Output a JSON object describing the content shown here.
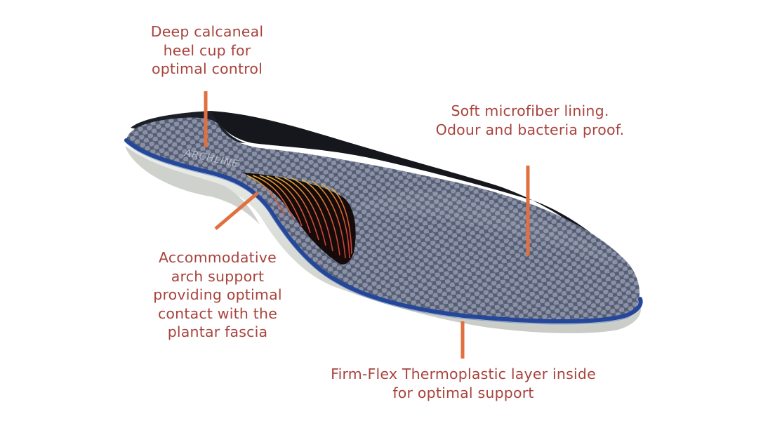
{
  "diagram": {
    "subject": "Insole orthotic features",
    "brand_mark": "ARCHLINE",
    "colors": {
      "label_text": "#a8433d",
      "pointer": "#e07040",
      "top_cover": "#5a6278",
      "hex_dots": "#8a91a6",
      "lining_black": "#15171c",
      "edge_blue": "#25479a",
      "base_grey": "#d9dcd6",
      "arch_red": "#d8453a",
      "arch_yellow": "#e8b040"
    },
    "callouts": [
      {
        "id": "heel",
        "lines": [
          "Deep calcaneal",
          "heel cup for",
          "optimal control"
        ]
      },
      {
        "id": "lining",
        "lines": [
          "Soft microfiber lining.",
          "Odour and bacteria proof."
        ]
      },
      {
        "id": "arch",
        "lines": [
          "Accommodative",
          "arch support",
          "providing optimal",
          "contact with the",
          "plantar fascia"
        ]
      },
      {
        "id": "layer",
        "lines": [
          "Firm-Flex Thermoplastic layer inside",
          "for optimal support"
        ]
      }
    ]
  }
}
